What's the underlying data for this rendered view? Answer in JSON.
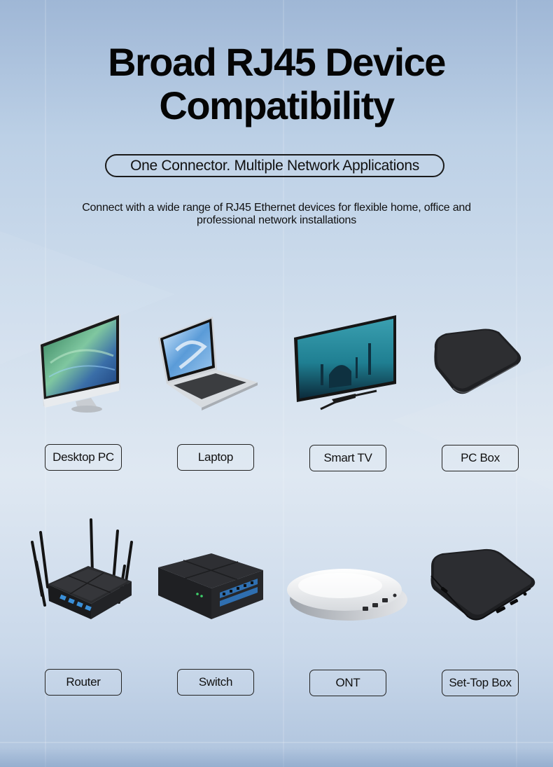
{
  "header": {
    "title_line1": "Broad RJ45 Device",
    "title_line2": "Compatibility",
    "tagline": "One Connector. Multiple Network Applications",
    "description_line1": "Connect with a wide range of RJ45 Ethernet devices for flexible home, office and",
    "description_line2": "professional network installations"
  },
  "devices": [
    {
      "label": "Desktop PC",
      "icon": "desktop-pc-icon"
    },
    {
      "label": "Laptop",
      "icon": "laptop-icon"
    },
    {
      "label": "Smart TV",
      "icon": "smart-tv-icon"
    },
    {
      "label": "PC Box",
      "icon": "pc-box-icon"
    },
    {
      "label": "Router",
      "icon": "router-icon"
    },
    {
      "label": "Switch",
      "icon": "switch-icon"
    },
    {
      "label": "ONT",
      "icon": "ont-icon"
    },
    {
      "label": "Set-Top Box",
      "icon": "set-top-box-icon"
    }
  ],
  "colors": {
    "text": "#111111",
    "port_accent": "#3a8fd8",
    "device_dark": "#1e1f22"
  }
}
